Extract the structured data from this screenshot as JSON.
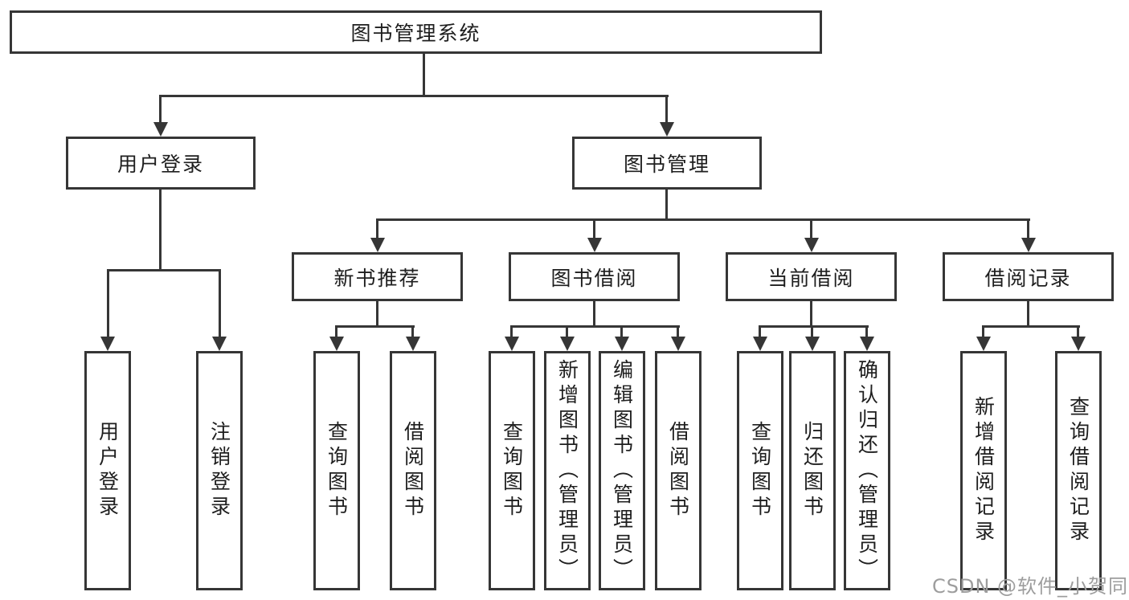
{
  "diagram": {
    "root": {
      "label": "图书管理系统"
    },
    "branches": [
      {
        "label": "用户登录",
        "children": [
          {
            "label": "用户登录"
          },
          {
            "label": "注销登录"
          }
        ]
      },
      {
        "label": "图书管理",
        "groups": [
          {
            "label": "新书推荐",
            "children": [
              {
                "label": "查询图书"
              },
              {
                "label": "借阅图书"
              }
            ]
          },
          {
            "label": "图书借阅",
            "children": [
              {
                "label": "查询图书"
              },
              {
                "label": "新增图书（管理员）"
              },
              {
                "label": "编辑图书（管理员）"
              },
              {
                "label": "借阅图书"
              }
            ]
          },
          {
            "label": "当前借阅",
            "children": [
              {
                "label": "查询图书"
              },
              {
                "label": "归还图书"
              },
              {
                "label": "确认归还（管理员）"
              }
            ]
          },
          {
            "label": "借阅记录",
            "children": [
              {
                "label": "新增借阅记录"
              },
              {
                "label": "查询借阅记录"
              }
            ]
          }
        ]
      }
    ]
  },
  "watermark": {
    "text": "CSDN @软件_小贺同学"
  },
  "colors": {
    "line": "#363636",
    "box_background": "#ffffff",
    "text": "#1e1e1e",
    "watermark": "#9d9d9d"
  }
}
